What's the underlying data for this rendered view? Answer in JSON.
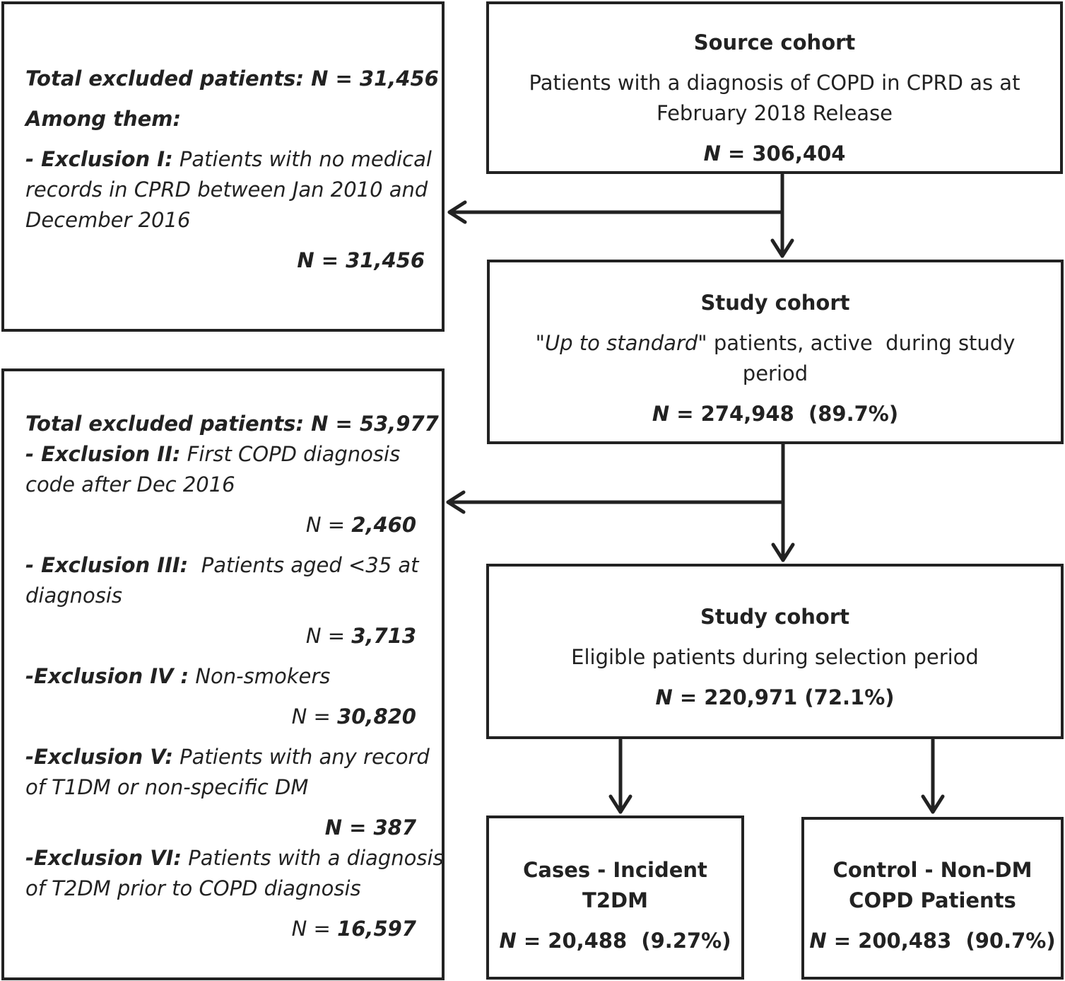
{
  "exclusion_box_1": {
    "total": "Total excluded patients: N = 31,456",
    "among": "Among them:",
    "exclusion_i_label": "- Exclusion I:",
    "exclusion_i_text_1": " Patients with no medical",
    "exclusion_i_text_2": "records in CPRD between Jan 2010 and",
    "exclusion_i_text_3": "December 2016",
    "exclusion_i_n": "N = 31,456"
  },
  "exclusion_box_2": {
    "total": "Total excluded patients: N = 53,977",
    "exclusion_ii_label": "- Exclusion II:",
    "exclusion_ii_text_1": " First COPD diagnosis",
    "exclusion_ii_text_2": "code after Dec 2016",
    "exclusion_ii_n_prefix": "N = ",
    "exclusion_ii_n_value": "2,460",
    "exclusion_iii_label": "- Exclusion III:",
    "exclusion_iii_text_1": "  Patients aged <35 at",
    "exclusion_iii_text_2": "diagnosis",
    "exclusion_iii_n_prefix": "N = ",
    "exclusion_iii_n_value": "3,713",
    "exclusion_iv_label": "-Exclusion IV :",
    "exclusion_iv_text": " Non-smokers",
    "exclusion_iv_n_prefix": "N = ",
    "exclusion_iv_n_value": "30,820",
    "exclusion_v_label": "-Exclusion V:",
    "exclusion_v_text_1": " Patients with any record",
    "exclusion_v_text_2": "of T1DM or non-specific DM",
    "exclusion_v_n": "N = 387",
    "exclusion_vi_label": "-Exclusion VI:",
    "exclusion_vi_text_1": " Patients with a diagnosis",
    "exclusion_vi_text_2": "of T2DM prior to COPD diagnosis",
    "exclusion_vi_n_prefix": "N = ",
    "exclusion_vi_n_value": "16,597"
  },
  "source_cohort": {
    "title": "Source cohort",
    "desc_1": "Patients with a diagnosis of COPD in CPRD as at",
    "desc_2": "February 2018 Release",
    "n_letter": "N",
    "n_rest": " = 306,404"
  },
  "study_cohort_1": {
    "title": "Study cohort",
    "desc_italic": "\"Up to standard\"",
    "desc_rest": " patients, active  during study",
    "desc_2": "period",
    "n_letter": "N",
    "n_rest": " = 274,948  (89.7%)"
  },
  "study_cohort_2": {
    "title": "Study cohort",
    "desc": "Eligible patients during selection period",
    "n_letter": "N",
    "n_rest": " = 220,971 (72.1%)"
  },
  "cases": {
    "title_1": "Cases - Incident",
    "title_2": "T2DM",
    "n_letter": "N",
    "n_rest": " = 20,488  (9.27%)"
  },
  "controls": {
    "title_1": "Control - Non-DM",
    "title_2": "COPD Patients",
    "n_letter": "N",
    "n_rest": " = 200,483  (90.7%)"
  }
}
